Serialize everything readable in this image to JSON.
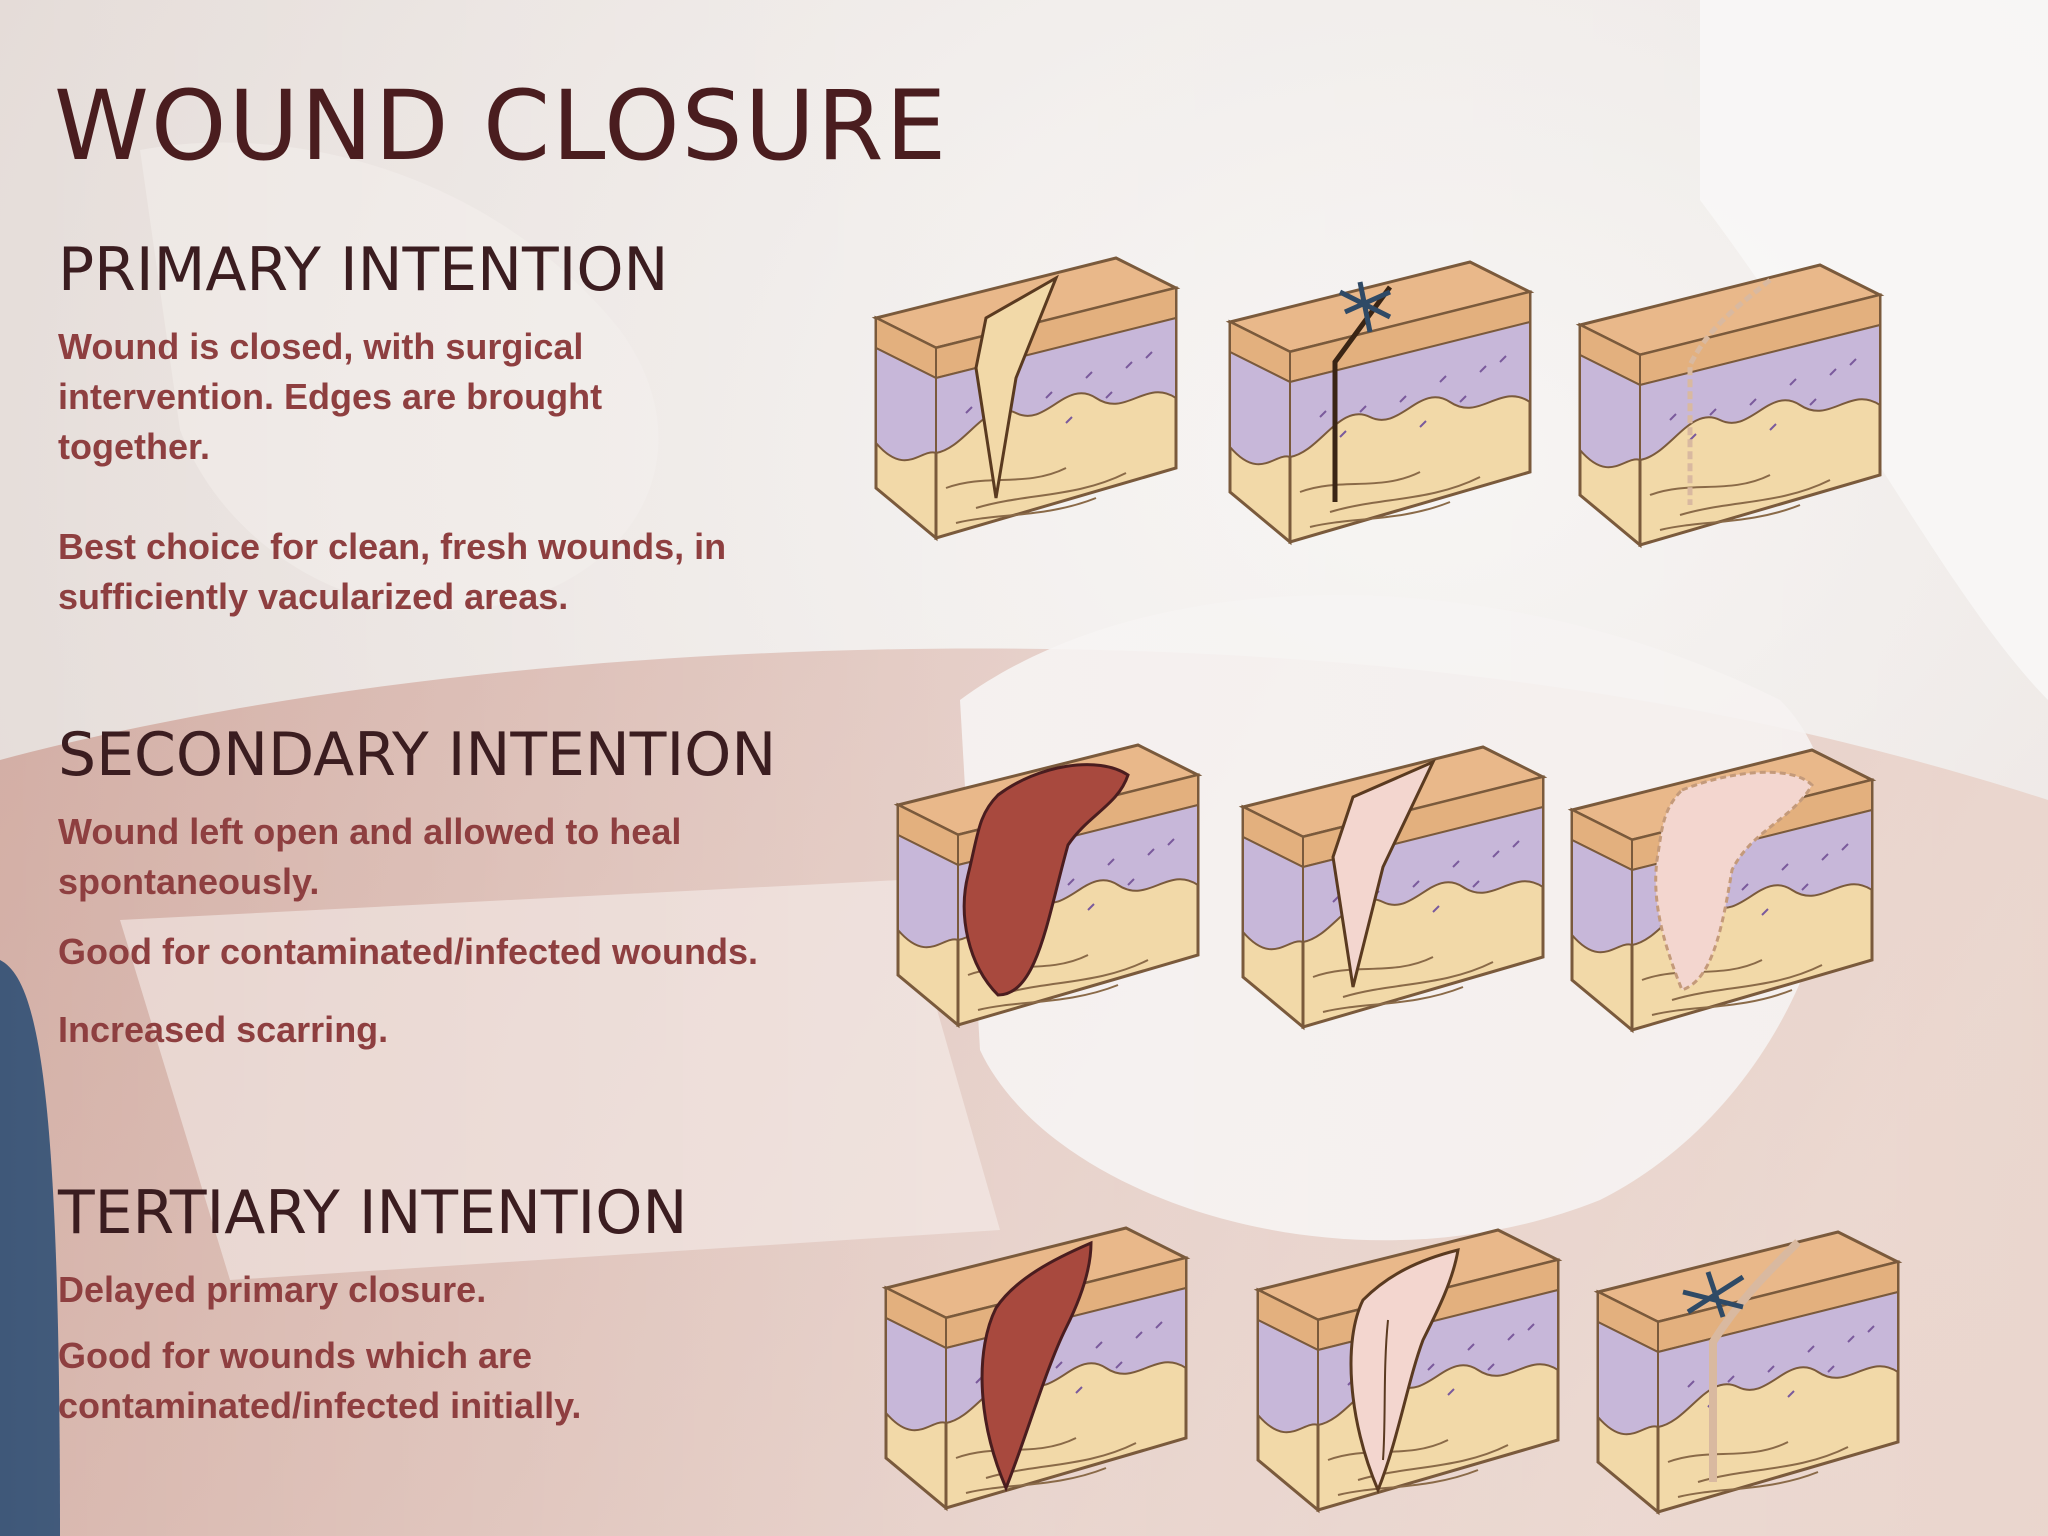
{
  "title": "WOUND CLOSURE",
  "sections": {
    "primary": {
      "heading": "PRIMARY INTENTION",
      "paragraph_1": "Wound is closed, with surgical intervention. Edges are brought together.",
      "paragraph_2": "Best choice for clean, fresh wounds, in sufficiently vacularized areas."
    },
    "secondary": {
      "heading": "SECONDARY INTENTION",
      "paragraph_1": "Wound left open and allowed to heal spontaneously.",
      "paragraph_2": "Good for contaminated/infected wounds.",
      "paragraph_3": "Increased scarring."
    },
    "tertiary": {
      "heading": "TERTIARY INTENTION",
      "paragraph_1": "Delayed primary closure.",
      "paragraph_2": "Good for wounds which are contaminated/infected initially."
    }
  },
  "illustrations": {
    "primary": [
      "open-incision",
      "sutured-incision",
      "healed-scar-line"
    ],
    "secondary": [
      "open-granulating-wound",
      "wound-contracting",
      "wide-scar"
    ],
    "tertiary": [
      "open-infected-wound",
      "granulating-wound",
      "sutured-delayed-closure"
    ]
  },
  "colors": {
    "title": "#4a1d1f",
    "heading": "#3b1d20",
    "body_text": "#8e3f40",
    "skin_top": "#e9b88a",
    "skin_side": "#f2d9a8",
    "subcutis": "#c7b7d9",
    "wound": "#a8493e",
    "granulation": "#f3d6cf",
    "suture": "#2f4a66"
  }
}
